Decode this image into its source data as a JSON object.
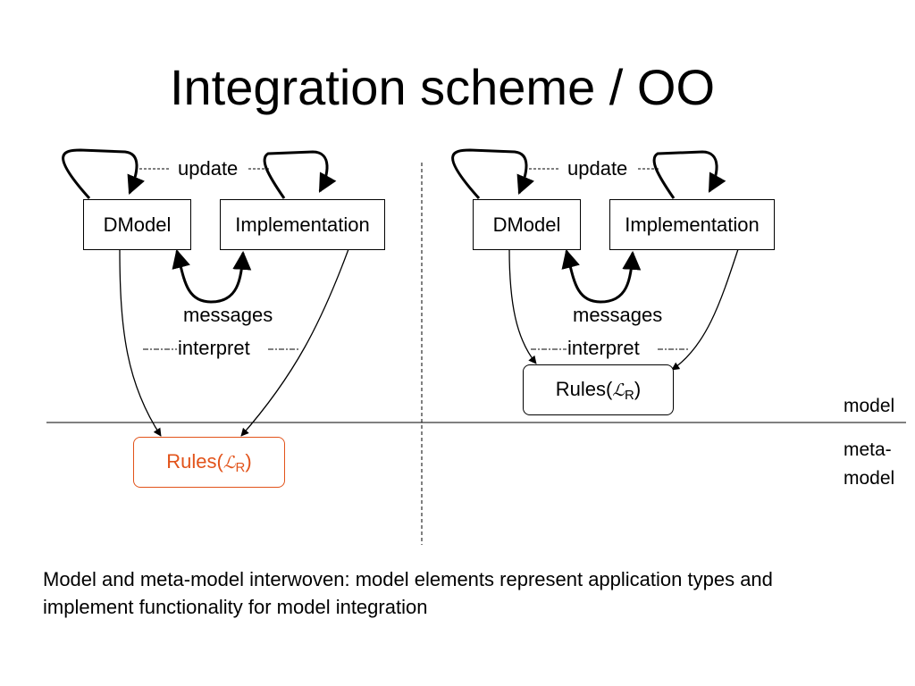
{
  "slide": {
    "title": "Integration scheme / OO",
    "caption": "Model and meta-model interwoven: model elements represent application types and implement functionality for model integration"
  },
  "diagram": {
    "left": {
      "dmodel": "DModel",
      "implementation": "Implementation",
      "update": "update",
      "messages": "messages",
      "interpret": "interpret",
      "rules_prefix": "Rules(",
      "rules_symbol": "ℒ",
      "rules_sub": "R",
      "rules_suffix": ")"
    },
    "right": {
      "dmodel": "DModel",
      "implementation": "Implementation",
      "update": "update",
      "messages": "messages",
      "interpret": "interpret",
      "rules_prefix": "Rules(",
      "rules_symbol": "ℒ",
      "rules_sub": "R",
      "rules_suffix": ")"
    },
    "level_labels": {
      "model": "model",
      "meta_model_line1": "meta-",
      "meta_model_line2": "model"
    }
  },
  "colors": {
    "meta_rules": "#e2531a",
    "stroke": "#000000"
  }
}
